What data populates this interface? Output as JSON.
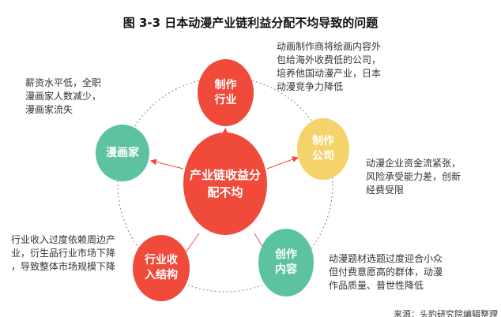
{
  "title": "图  3-3  日本动漫产业链利益分配不均导致的问题",
  "center": {
    "label": "产业链收益分\n配不均"
  },
  "nodes": [
    {
      "id": "production-industry",
      "label": "制作\n行业",
      "note": "动画制作商将绘画内容外\n包给海外收费低的公司，\n培养他国动漫产业，日本\n动漫竞争力降低"
    },
    {
      "id": "production-company",
      "label": "制作\n公司",
      "note": "动漫企业资金流紧张，\n风险承受能力差，创新\n经费受限"
    },
    {
      "id": "creative-content",
      "label": "创作\n内容",
      "note": "动漫题材选题过度迎合小众\n但付费意愿高的群体，动漫\n作品质量、普世性降低"
    },
    {
      "id": "industry-income",
      "label": "行业收\n入结构",
      "note": "行业收入过度依赖周边产\n业，衍生品行业市场下降\n，导致整体市场规模下降"
    },
    {
      "id": "manga-artist",
      "label": "漫画家",
      "note": "薪资水平低，全职\n漫画家人数减少，\n漫画家流失"
    }
  ],
  "source": "来源：头豹研究院编辑整理",
  "colors": {
    "red": "#ef4a3a",
    "green": "#5cc2a2",
    "yellow": "#f4d36a",
    "arrow": "#ef4a3a"
  }
}
